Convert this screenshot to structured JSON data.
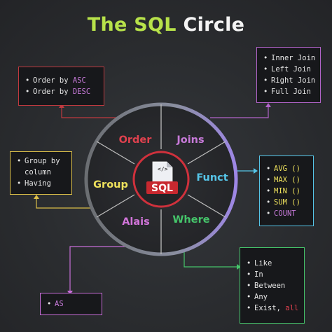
{
  "title": {
    "part1": "The SQL",
    "part2": "Circle"
  },
  "center": {
    "label": "SQL",
    "icon": "sql-file-icon"
  },
  "segments": [
    {
      "label": "Order",
      "color": "#e0414e"
    },
    {
      "label": "Joins",
      "color": "#c77ad9"
    },
    {
      "label": "Funct",
      "color": "#56c5e8"
    },
    {
      "label": "Where",
      "color": "#45c46a"
    },
    {
      "label": "Alais",
      "color": "#d275da"
    },
    {
      "label": "Group",
      "color": "#eee15c"
    }
  ],
  "boxes": {
    "order": {
      "items": [
        {
          "text": "Order by ",
          "accent": "ASC"
        },
        {
          "text": "Order by ",
          "accent": "DESC"
        }
      ],
      "border": "#c0393f",
      "accent": "#c77ad9"
    },
    "joins": {
      "items": [
        "Inner Join",
        "Left Join",
        "Right Join",
        "Full Join"
      ],
      "border": "#b264c9"
    },
    "group": {
      "items": [
        "Group by",
        "column",
        "Having"
      ],
      "border": "#d9bd48"
    },
    "funct": {
      "items": [
        "AVG ()",
        "MAX ()",
        "MIN ()",
        "SUM ()",
        "COUNT"
      ],
      "border": "#56c5e8",
      "text": "#eee15c",
      "last_text": "#c77ad9"
    },
    "where": {
      "items": [
        {
          "text": "Like"
        },
        {
          "text": "In"
        },
        {
          "text": "Between"
        },
        {
          "text": "Any"
        },
        {
          "text": "Exist, ",
          "accent": "all"
        }
      ],
      "border": "#45c46a",
      "accent": "#e0414e"
    },
    "alias": {
      "items": [
        "AS"
      ],
      "border": "#c76ed8",
      "text": "#c77ad9"
    }
  }
}
